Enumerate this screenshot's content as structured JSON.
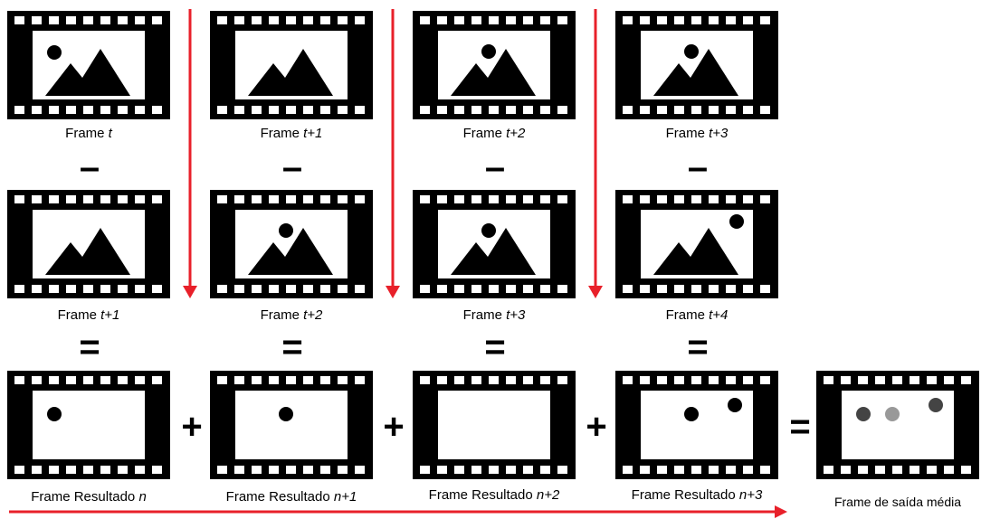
{
  "labels": {
    "row1": [
      {
        "prefix": "Frame ",
        "suffix": "t"
      },
      {
        "prefix": "Frame ",
        "suffix": "t+1"
      },
      {
        "prefix": "Frame ",
        "suffix": "t+2"
      },
      {
        "prefix": "Frame ",
        "suffix": "t+3"
      }
    ],
    "row2": [
      {
        "prefix": "Frame ",
        "suffix": "t+1"
      },
      {
        "prefix": "Frame ",
        "suffix": "t+2"
      },
      {
        "prefix": "Frame ",
        "suffix": "t+3"
      },
      {
        "prefix": "Frame ",
        "suffix": "t+4"
      }
    ],
    "row3": [
      {
        "prefix": "Frame Resultado ",
        "suffix": "n"
      },
      {
        "prefix": "Frame Resultado ",
        "suffix": "n+1"
      },
      {
        "prefix": "Frame Resultado ",
        "suffix": "n+2"
      },
      {
        "prefix": "Frame Resultado ",
        "suffix": "n+3"
      }
    ],
    "output": "Frame de saída média"
  },
  "operators": {
    "minus": "–",
    "equals": "=",
    "plus": "+"
  },
  "colors": {
    "arrow": "#e8202a",
    "film": "#000000",
    "dot_dark": "#444444",
    "dot_light": "#999999"
  }
}
